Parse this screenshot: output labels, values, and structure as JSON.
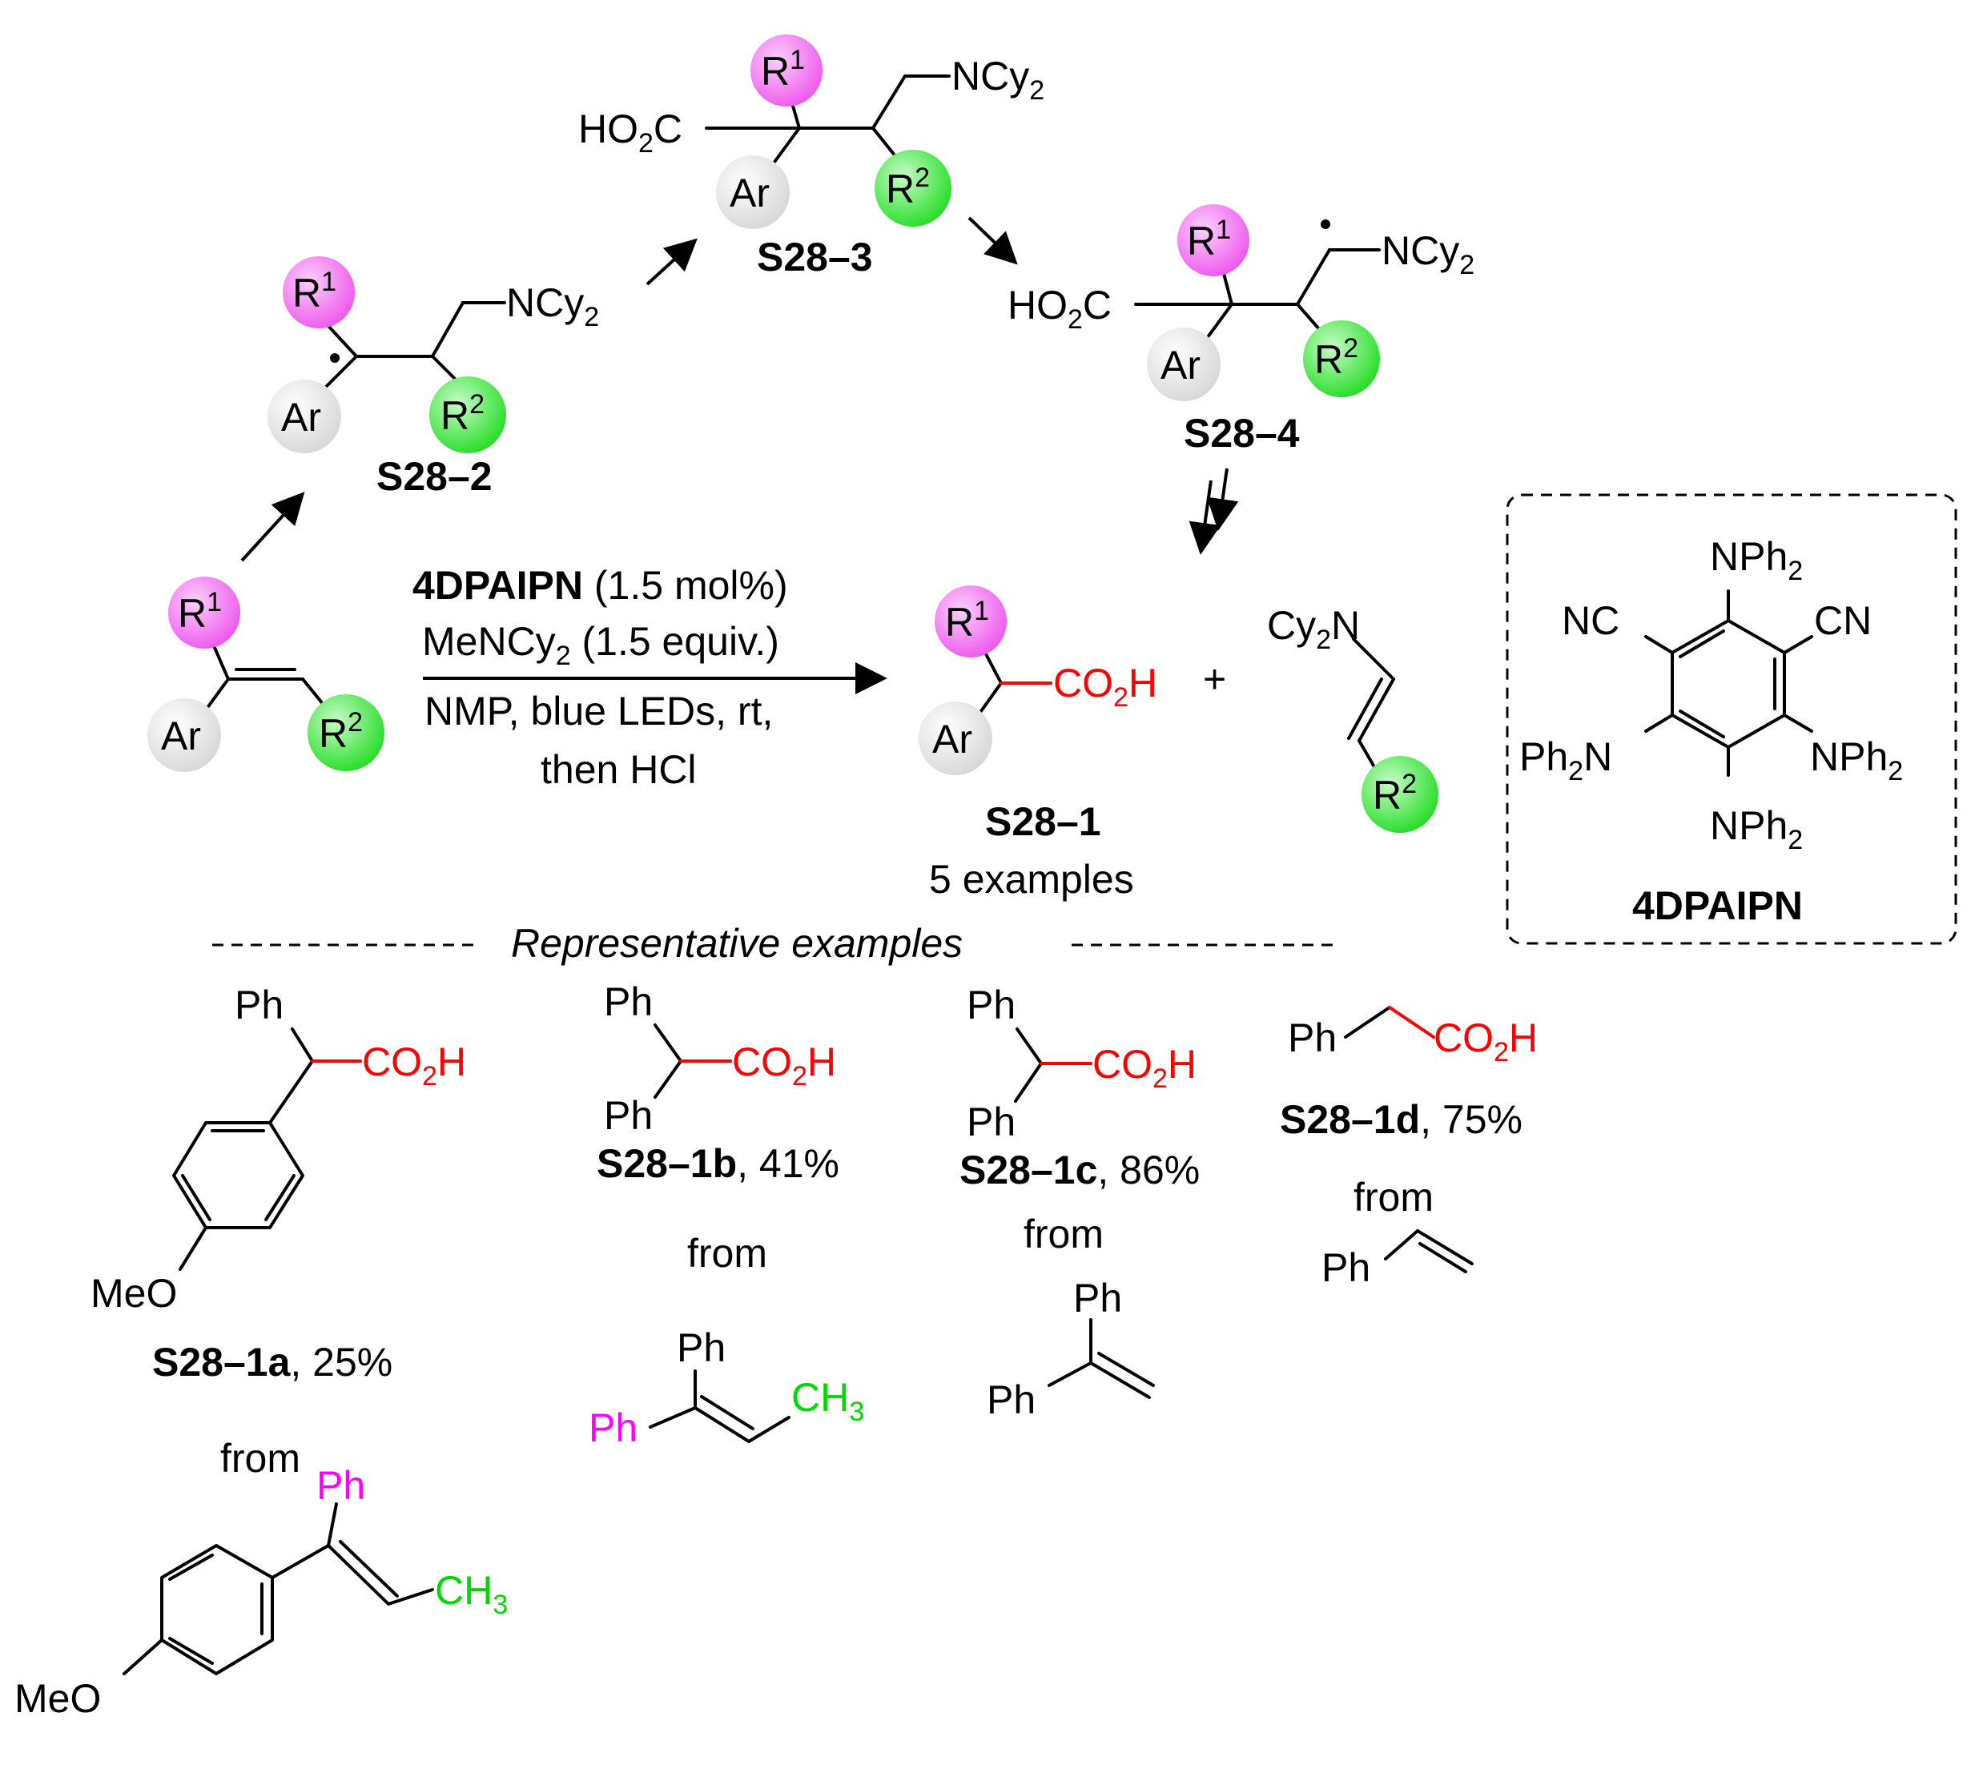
{
  "colors": {
    "r1_ball": "#ee55ee",
    "r2_ball": "#22dd22",
    "ar_ball": "#e0e0e0",
    "acid": "#ff0000",
    "highlight_r1": "#ff00ff",
    "highlight_r2": "#00d800"
  },
  "labels": {
    "r1": "R",
    "r1_sup": "1",
    "r2": "R",
    "r2_sup": "2",
    "ar": "Ar",
    "ncy2": "NCy",
    "ncy2_sub": "2",
    "ho2c_pre": "HO",
    "ho2c_sub": "2",
    "ho2c_post": "C",
    "co2h_pre": "CO",
    "co2h_sub": "2",
    "co2h_post": "H",
    "cy2n_pre": "Cy",
    "cy2n_sub": "2",
    "cy2n_post": "N",
    "plus": "+",
    "nc": "NC",
    "cn": "CN",
    "nph2_pre": "NPh",
    "nph2_sub": "2",
    "ph2n_pre": "Ph",
    "ph2n_sub": "2",
    "ph2n_post": "N",
    "ph": "Ph",
    "ch3_pre": "CH",
    "ch3_sub": "3",
    "meo": "MeO",
    "from": "from"
  },
  "compounds": {
    "s28_2": "S28–2",
    "s28_3": "S28–3",
    "s28_4": "S28–4",
    "s28_1": "S28–1",
    "examples_count": "5 examples",
    "catalyst": "4DPAIPN"
  },
  "conditions": {
    "line1_bold": "4DPAIPN",
    "line1_rest": " (1.5 mol%)",
    "line2_pre": "MeNCy",
    "line2_sub": "2",
    "line2_post": " (1.5 equiv.)",
    "line3": "NMP,  blue LEDs, rt,",
    "line4": "then HCl"
  },
  "section_title": "Representative examples",
  "products": [
    {
      "id": "S28–1a",
      "yield": ", 25%"
    },
    {
      "id": "S28–1b",
      "yield": ", 41%"
    },
    {
      "id": "S28–1c",
      "yield": ", 86%"
    },
    {
      "id": "S28–1d",
      "yield": ", 75%"
    }
  ]
}
